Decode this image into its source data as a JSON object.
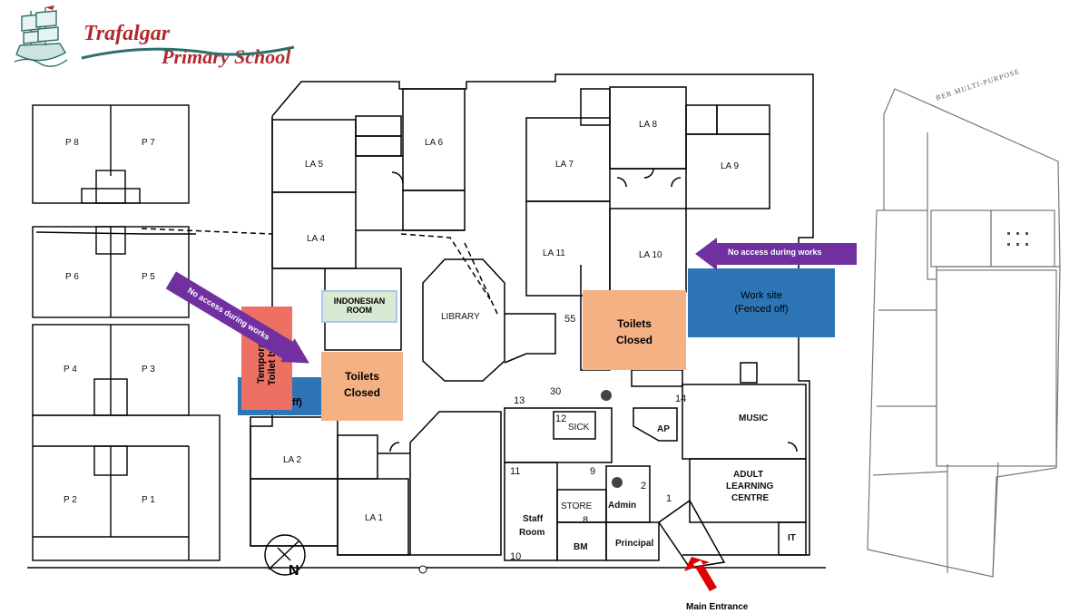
{
  "header": {
    "school_line1": "Trafalgar",
    "school_line2": "Primary School"
  },
  "colors": {
    "accent_red": "#b22a2f",
    "brand_teal": "#2e6f6b",
    "work_blue": "#2e75b6",
    "toilet_orange": "#f4b183",
    "temp_toilet_red": "#ec7063",
    "indonesian_green": "#d9ead3",
    "arrow_purple": "#7030a0",
    "entrance_red": "#e00000"
  },
  "portables": [
    "P 8",
    "P 7",
    "P 6",
    "P 5",
    "P 4",
    "P 3",
    "P 2",
    "P 1"
  ],
  "rooms": {
    "la5": "LA 5",
    "la6": "LA 6",
    "la4": "LA 4",
    "la7": "LA 7",
    "la8": "LA 8",
    "la9": "LA 9",
    "la11": "LA 11",
    "la10": "LA 10",
    "la2": "LA 2",
    "la1": "LA 1",
    "library": "LIBRARY",
    "music": "MUSIC",
    "ap": "AP",
    "sick": "SICK",
    "store": "STORE",
    "admin": "Admin",
    "staff1": "Staff",
    "staff2": "Room",
    "bm": "BM",
    "principal": "Principal",
    "it": "IT",
    "alc1": "ADULT",
    "alc2": "LEARNING",
    "alc3": "CENTRE"
  },
  "numbers": {
    "n55": "55",
    "n13": "13",
    "n30": "30",
    "n14": "14",
    "n12": "12",
    "n11": "11",
    "n9": "9",
    "n2": "2",
    "n1": "1",
    "n8": "8",
    "n10": "10"
  },
  "annotations": {
    "indonesian1": "INDONESIAN",
    "indonesian2": "ROOM",
    "toilets": "Toilets",
    "closed": "Closed",
    "temp1": "Temporary",
    "temp2": "Toilet  block",
    "fenced": "(Fenced off)",
    "worksite": "Work site",
    "fenced2": "(Fenced off)",
    "no_access": "No access during works",
    "main_entrance": "Main Entrance"
  },
  "right_plan": {
    "title": "BER MULTI-PURPOSE"
  },
  "compass": {
    "letter": "N"
  }
}
